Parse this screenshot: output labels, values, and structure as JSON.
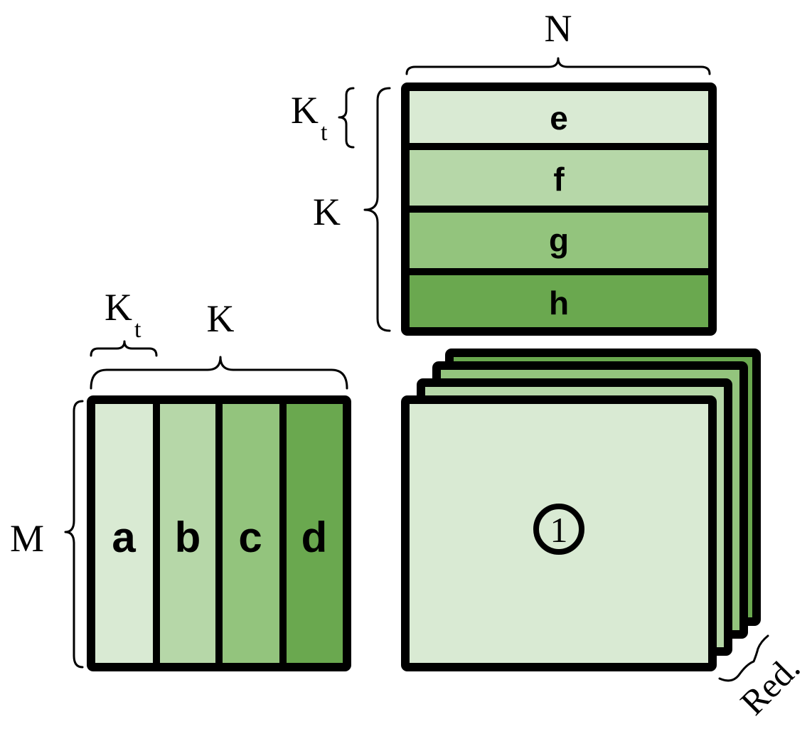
{
  "labels": {
    "n": "N",
    "k_top": "K",
    "k_left": "K",
    "kt_base": "K",
    "kt_sub": "t",
    "m": "M",
    "red": "Red."
  },
  "matrix_a": {
    "columns": [
      {
        "label": "a",
        "color": "#d9ead3"
      },
      {
        "label": "b",
        "color": "#b6d7a8"
      },
      {
        "label": "c",
        "color": "#93c47d"
      },
      {
        "label": "d",
        "color": "#6aa84f"
      }
    ]
  },
  "matrix_b": {
    "rows": [
      {
        "label": "e",
        "color": "#d9ead3"
      },
      {
        "label": "f",
        "color": "#b6d7a8"
      },
      {
        "label": "g",
        "color": "#93c47d"
      },
      {
        "label": "h",
        "color": "#6aa84f"
      }
    ]
  },
  "output": {
    "marker": "1",
    "layer_colors": [
      "#6aa84f",
      "#93c47d",
      "#b6d7a8",
      "#d9ead3"
    ]
  }
}
